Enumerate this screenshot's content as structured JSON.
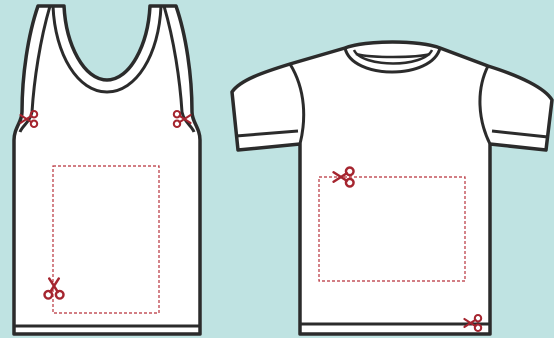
{
  "canvas": {
    "background_color": "#bfe3e2"
  },
  "colors": {
    "garment_fill": "#ffffff",
    "outline": "#2b2b2b",
    "cut_line": "#b8313b",
    "scissors": "#a5252f"
  },
  "garments": [
    {
      "name": "tank-top",
      "cut_markers": [
        {
          "name": "left-armhole",
          "icon": "scissors-icon"
        },
        {
          "name": "right-armhole",
          "icon": "scissors-icon"
        },
        {
          "name": "bottom-left",
          "icon": "scissors-icon"
        }
      ],
      "cut_guide": "dashed-rectangle"
    },
    {
      "name": "t-shirt",
      "cut_markers": [
        {
          "name": "panel-corner",
          "icon": "scissors-icon"
        },
        {
          "name": "hem-right",
          "icon": "scissors-icon"
        }
      ],
      "cut_guide": "dashed-rectangle"
    }
  ]
}
